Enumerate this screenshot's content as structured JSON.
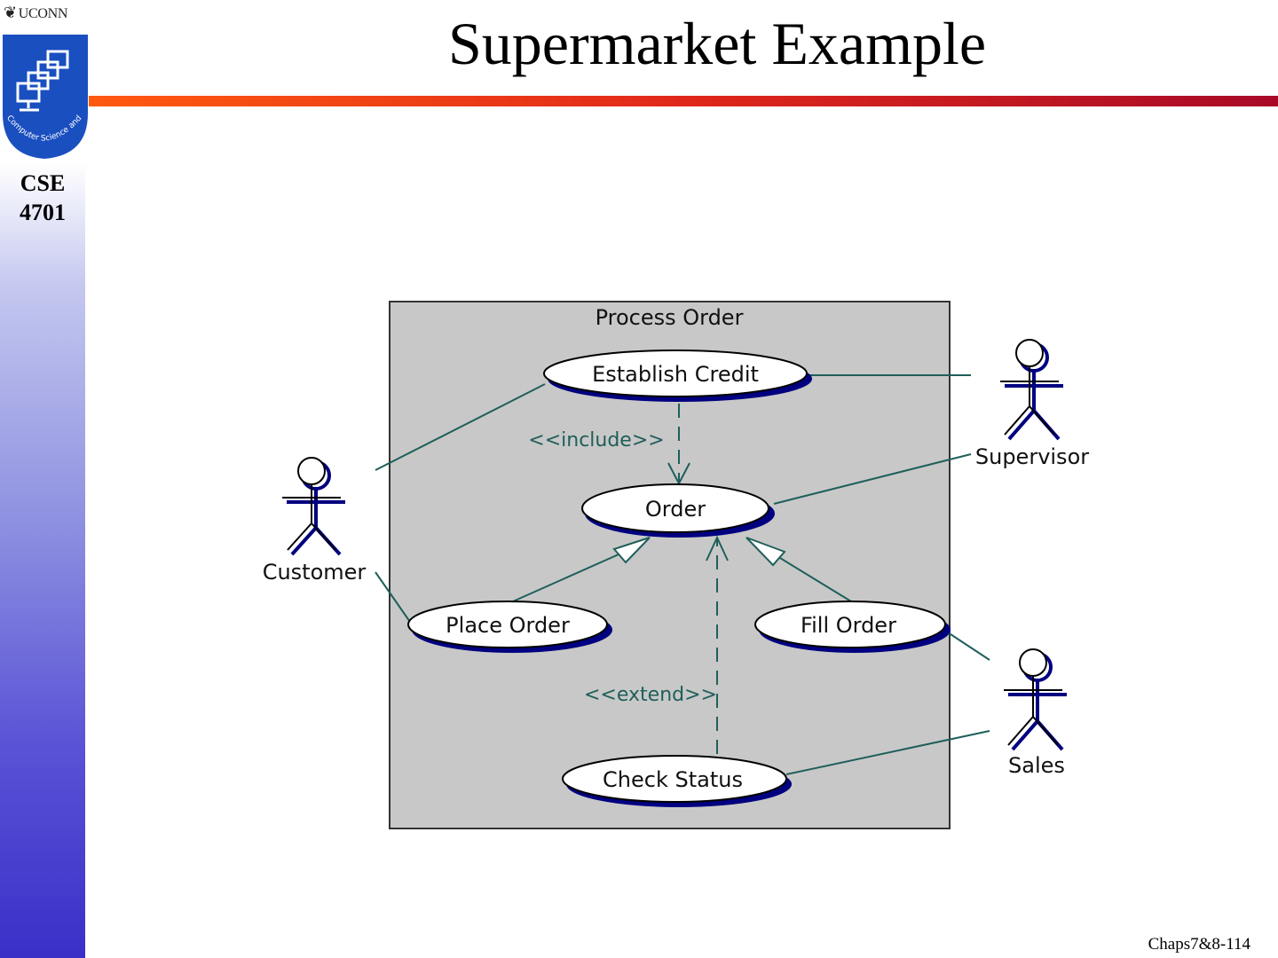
{
  "slide": {
    "title": "Supermarket Example",
    "footer": "Chaps7&8-114"
  },
  "sidebar": {
    "university": "UCONN",
    "badge_text": "Computer Science and Engineering",
    "course_line1": "CSE",
    "course_line2": "4701"
  },
  "diagram": {
    "system_name": "Process Order",
    "use_cases": {
      "establish_credit": "Establish Credit",
      "order": "Order",
      "place_order": "Place Order",
      "fill_order": "Fill Order",
      "check_status": "Check Status"
    },
    "actors": {
      "customer": "Customer",
      "supervisor": "Supervisor",
      "sales": "Sales"
    },
    "stereotypes": {
      "include": "<<include>>",
      "extend": "<<extend>>"
    }
  },
  "colors": {
    "rule_start": "#ff5a10",
    "rule_end": "#a80a28",
    "boundary_fill": "#c8c8c8",
    "connector": "#1f5f5a",
    "shadow": "#000080"
  }
}
